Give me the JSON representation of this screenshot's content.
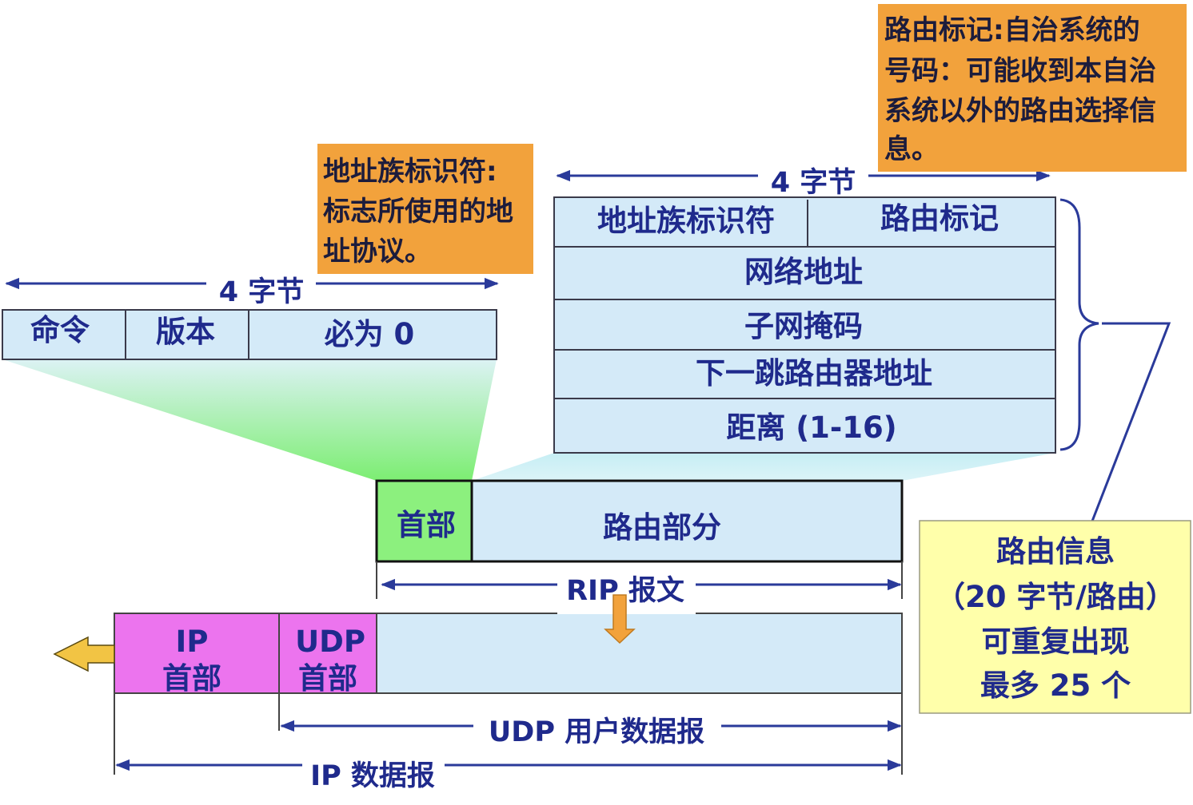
{
  "notes": {
    "route_tag": [
      "路由标记:自治系统的",
      "号码：可能收到本自治",
      "系统以外的路由选择信",
      "息。"
    ],
    "address_family": [
      "地址族标识符:",
      "标志所使用的地",
      "址协议。"
    ]
  },
  "header": {
    "width_label": "4 字节",
    "fields": [
      "命令",
      "版本",
      "必为 0"
    ]
  },
  "route_entry": {
    "width_label": "4 字节",
    "address_family": "地址族标识符",
    "route_tag": "路由标记",
    "network_address": "网络地址",
    "subnet_mask": "子网掩码",
    "next_hop": "下一跳路由器地址",
    "distance": "距离 (1-16)"
  },
  "rip_message": {
    "header": "首部",
    "routes": "路由部分",
    "span_label": "RIP 报文"
  },
  "encapsulation": {
    "ip_header": [
      "IP",
      "首部"
    ],
    "udp_header": [
      "UDP",
      "首部"
    ],
    "udp_label": "UDP 用户数据报",
    "ip_label": "IP 数据报"
  },
  "route_info": [
    "路由信息",
    "（20 字节/路由）",
    "可重复出现",
    "最多 25 个"
  ],
  "colors": {
    "text": "#1F2A8C",
    "note_text": "#1C1C3C",
    "line": "#2A3A9A",
    "orange": "#F2A23C",
    "yellow": "#FFFFAA",
    "cell": "#D4EAF8",
    "green": "#8CF07E",
    "pink": "#EC74EE",
    "arrow_yellow": "#F2C444"
  }
}
